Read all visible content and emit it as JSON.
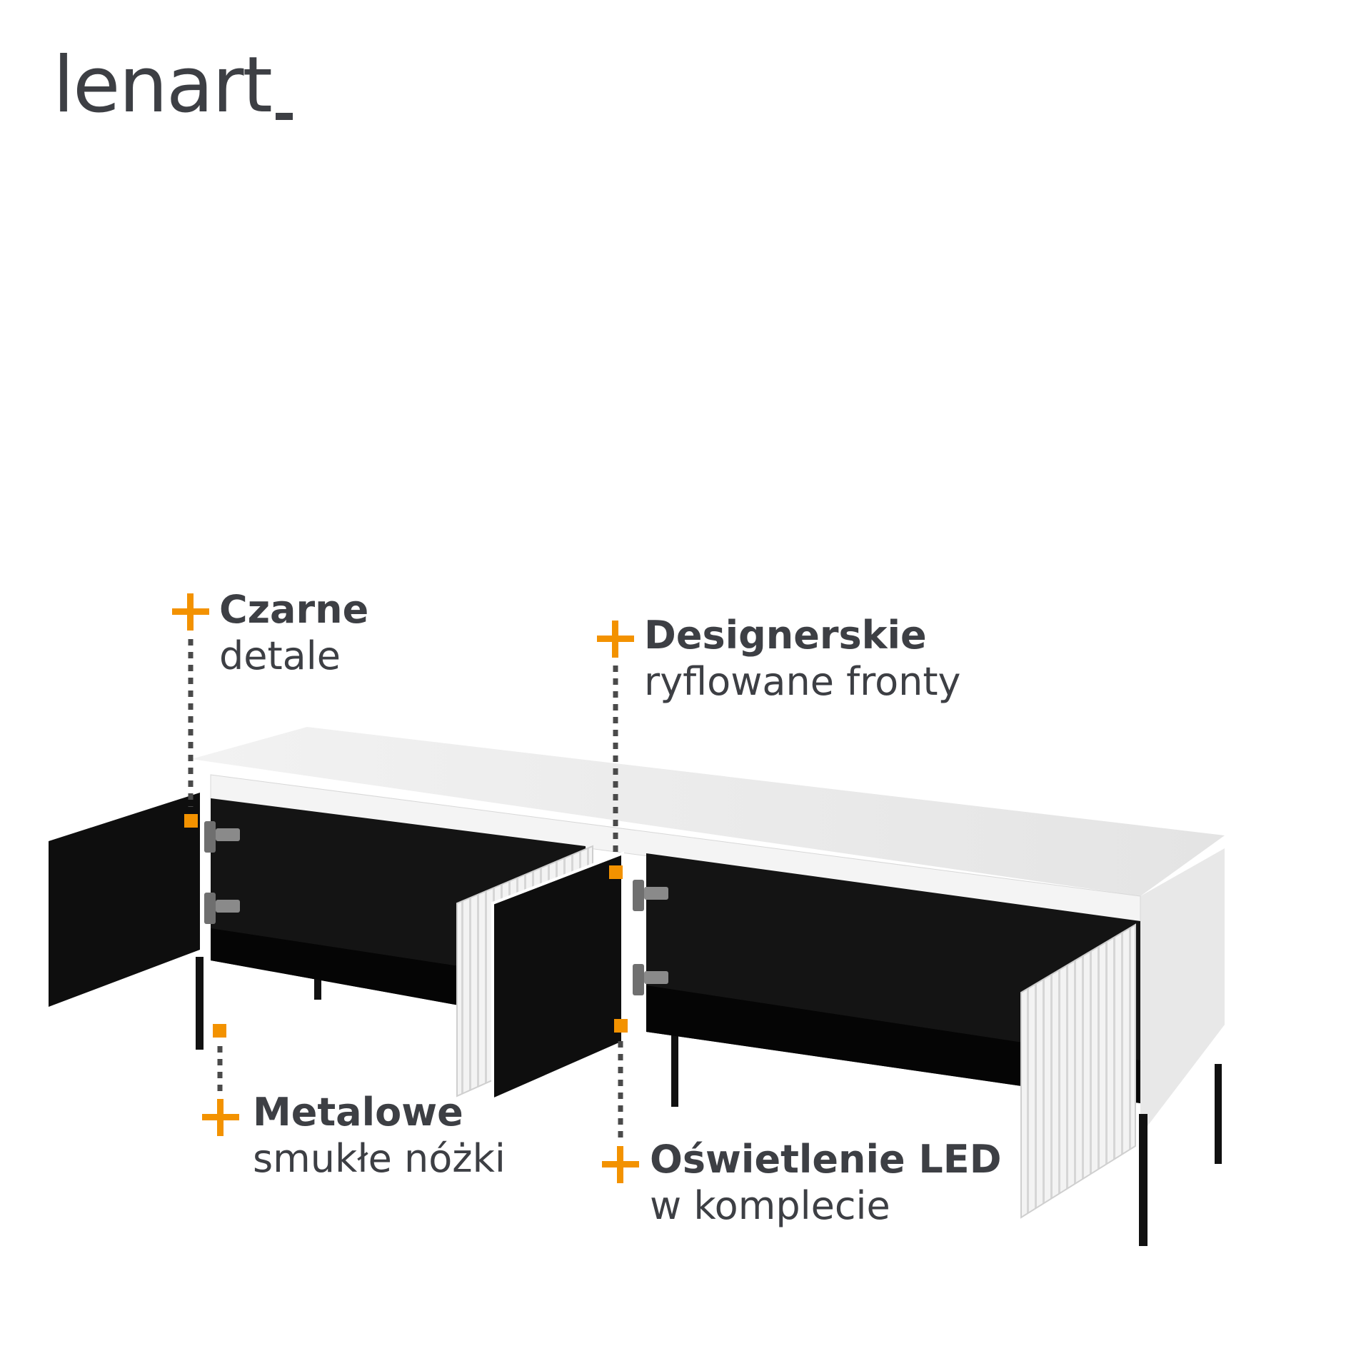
{
  "brand": {
    "name": "lenart"
  },
  "accent_color": "#f39200",
  "text_color": "#3d3f44",
  "callouts": {
    "black_details": {
      "title": "Czarne",
      "subtitle": "detale"
    },
    "fluted_fronts": {
      "title": "Designerskie",
      "subtitle": "ryflowane fronty"
    },
    "metal_legs": {
      "title": "Metalowe",
      "subtitle": "smukłe nóżki"
    },
    "led_lighting": {
      "title": "Oświetlenie LED",
      "subtitle": "w komplecie"
    }
  },
  "icons": [
    "plus-icon",
    "marker-square-icon",
    "dotted-leader-line"
  ]
}
